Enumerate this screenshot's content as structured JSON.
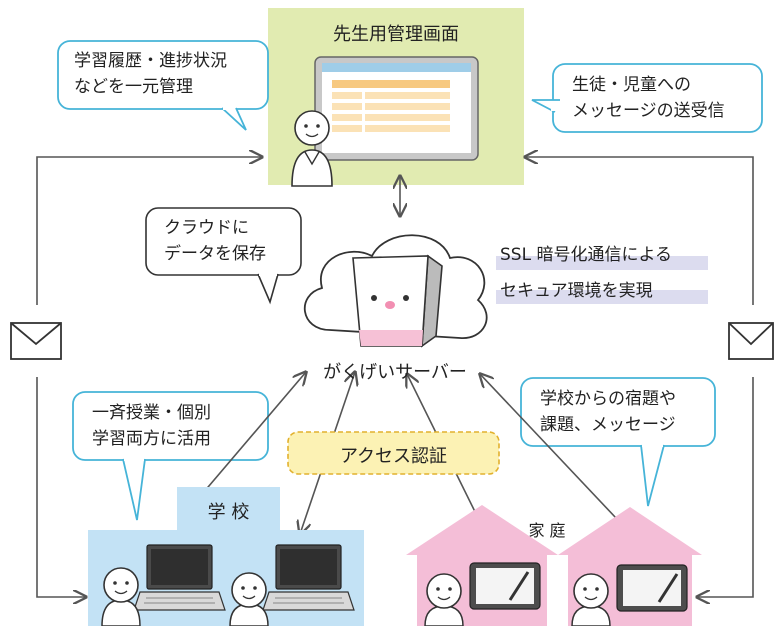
{
  "teacher_panel": {
    "title": "先生用管理画面"
  },
  "bubbles": {
    "history": [
      "学習履歴・進捗状況",
      "などを一元管理"
    ],
    "messages": [
      "生徒・児童への",
      "メッセージの送受信"
    ],
    "cloud_save": [
      "クラウドに",
      "データを保存"
    ],
    "classroom": [
      "一斉授業・個別",
      "学習両方に活用"
    ],
    "homework": [
      "学校からの宿題や",
      "課題、メッセージ"
    ]
  },
  "ssl": {
    "line1": "SSL 暗号化通信による",
    "line2": "セキュア環境を実現"
  },
  "server": {
    "name": "がくげいサーバー"
  },
  "auth": {
    "label": "アクセス認証"
  },
  "school": {
    "label": "学 校"
  },
  "home": {
    "label": "家 庭"
  },
  "colors": {
    "teacher_bg": "#e1ebb1",
    "bubble_border": "#46b4d8",
    "school_bg": "#c3e2f5",
    "home_bg": "#f4bed7",
    "auth_bg": "#fcf2b4",
    "auth_border": "#e2b12e",
    "ssl_highlight": "#dcdcef",
    "server_pink": "#f6c1d6"
  },
  "icons": [
    "envelope-icon",
    "laptop-icon",
    "tablet-icon",
    "person-icon",
    "cloud-icon"
  ]
}
